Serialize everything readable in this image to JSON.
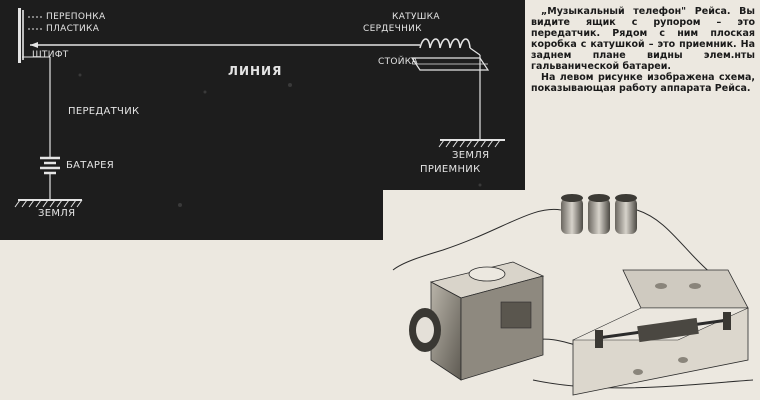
{
  "diagram": {
    "labels": {
      "membrane": "ПЕРЕПОНКА",
      "plate": "ПЛАСТИКА",
      "pin": "ШТИФТ",
      "line": "ЛИНИЯ",
      "transmitter": "ПЕРЕДАТЧИК",
      "battery": "БАТАРЕЯ",
      "ground_left": "ЗЕМЛЯ",
      "coil": "КАТУШКА",
      "core": "СЕРДЕЧНИК",
      "stand": "СТОЙКА",
      "ground_right": "ЗЕМЛЯ",
      "receiver": "ПРИЕМНИК"
    }
  },
  "caption": {
    "paragraph1": "„Музыкальный телефон\" Рейса. Вы видите ящик с рупором – это передатчик. Рядом с ним плоская коробка с катушкой – это приемник. На заднем плане видны элем.нты гальванической батареи.",
    "paragraph2": "На левом рисунке изображена схема, показывающая работу аппарата Рейса."
  },
  "colors": {
    "diagram_bg": "#1d1d1d",
    "diagram_ink": "#e4e4e4",
    "page_bg": "#ece8e0",
    "text_ink": "#1a1a1a"
  }
}
